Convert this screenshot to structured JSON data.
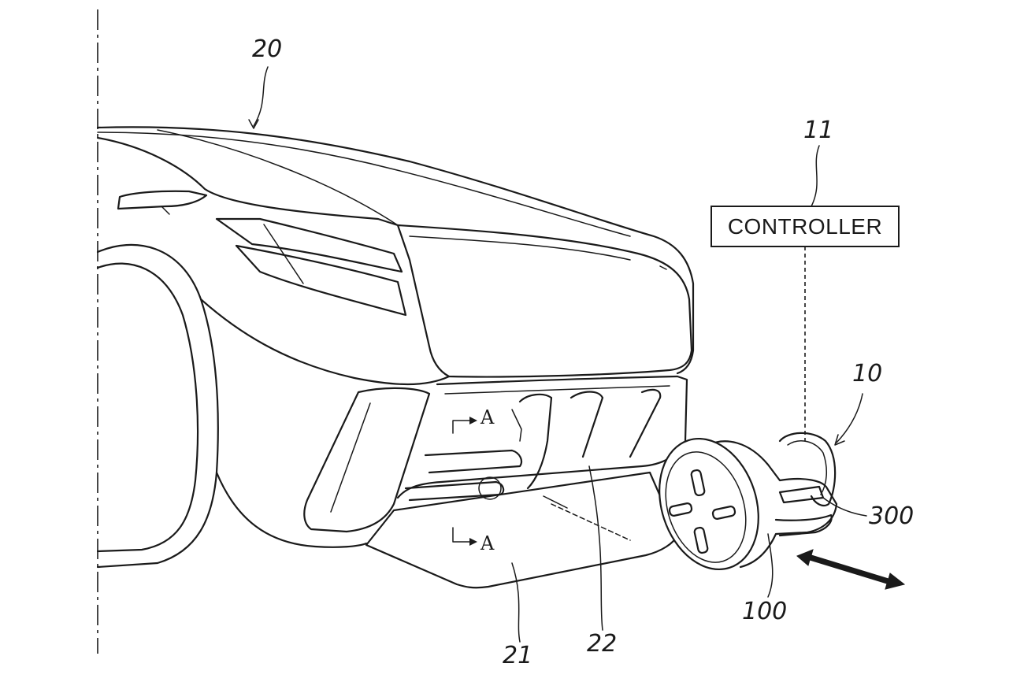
{
  "labels": {
    "vehicle": "20",
    "controller_ref": "11",
    "device": "10",
    "platform": "21",
    "recess": "22",
    "part_300": "300",
    "wheel_100": "100"
  },
  "controller_box": {
    "text": "CONTROLLER"
  },
  "section_markers": {
    "upper": "A",
    "lower": "A"
  }
}
